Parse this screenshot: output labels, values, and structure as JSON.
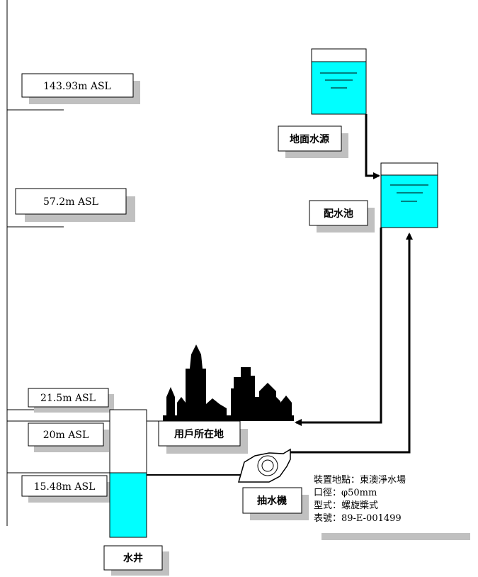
{
  "elevations": {
    "e1": "143.93m ASL",
    "e2": "57.2m ASL",
    "e3": "21.5m ASL",
    "e4": "20m ASL",
    "e5": "15.48m ASL"
  },
  "labels": {
    "surface_water": "地面水源",
    "reservoir": "配水池",
    "user_site": "用戶所在地",
    "pump": "抽水機",
    "well": "水井"
  },
  "info": {
    "line1": "裝置地點：東澳淨水場",
    "line2": "口徑：φ50mm",
    "line3": "型式：螺旋槳式",
    "line4": "表號：89-E-001499"
  },
  "colors": {
    "water": "#00FFFF",
    "shadow": "#C0C0C0",
    "line": "#000000"
  }
}
